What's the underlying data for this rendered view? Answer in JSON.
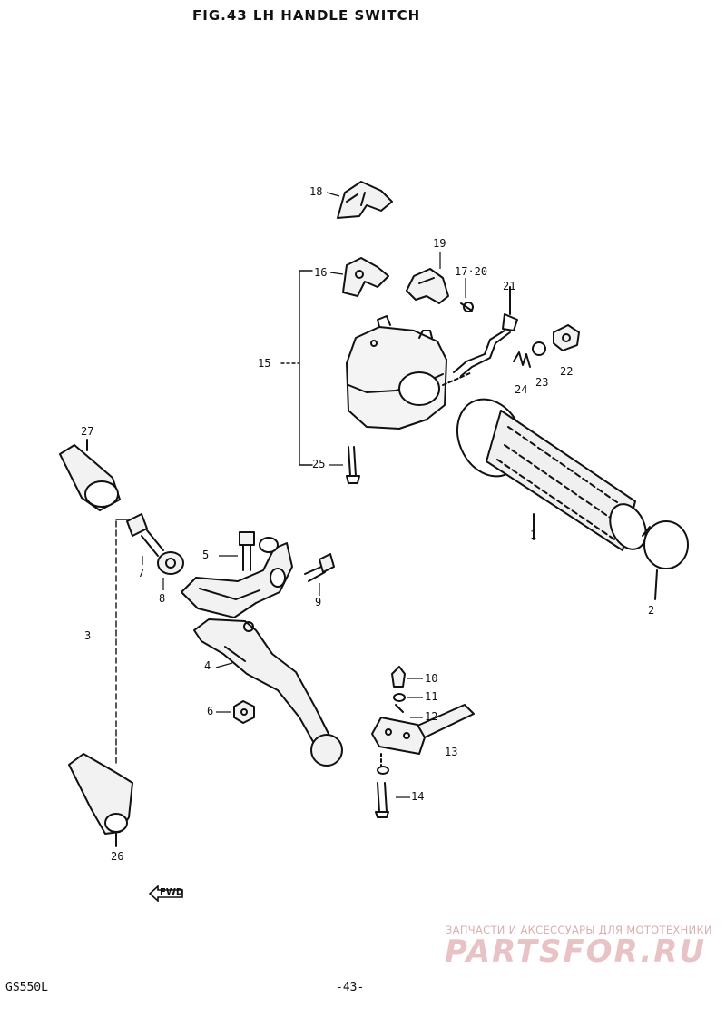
{
  "title": "FIG.43  LH HANDLE SWITCH",
  "footer": {
    "model": "GS550L",
    "page": "-43-"
  },
  "watermark": {
    "tagline": "ЗАПЧАСТИ И АКСЕССУАРЫ ДЛЯ МОТОТЕХНИКИ",
    "brand": "PARTSFOR.RU"
  },
  "fwd_label": "FWD",
  "parts": {
    "p1": "1",
    "p2": "2",
    "p3": "3",
    "p4": "4",
    "p5": "5",
    "p6": "6",
    "p7": "7",
    "p8": "8",
    "p9": "9",
    "p10": "10",
    "p11": "11",
    "p12": "12",
    "p13": "13",
    "p14": "14",
    "p15": "15",
    "p16": "16",
    "p1720": "17·20",
    "p18": "18",
    "p19": "19",
    "p21": "21",
    "p22": "22",
    "p23": "23",
    "p24": "24",
    "p25": "25",
    "p26": "26",
    "p27": "27"
  }
}
